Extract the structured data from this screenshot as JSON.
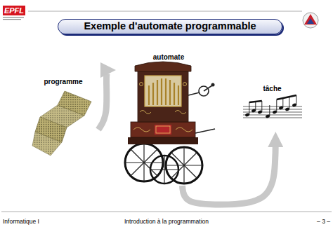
{
  "diagram": {
    "title": "Exemple d'automate programmable",
    "nodes": [
      {
        "text": [
          "programme"
        ]
      },
      {
        "text": [
          "automate"
        ]
      },
      {
        "text": [
          "tâche"
        ]
      }
    ],
    "edges": [
      {
        "from": 0,
        "to": 1,
        "arrow": "to"
      },
      {
        "from": 1,
        "to": 2,
        "arrow": "to"
      }
    ],
    "labels": [
      "EPFL",
      "Informatique I",
      "Introduction à la programmation",
      "– 3 –"
    ]
  }
}
